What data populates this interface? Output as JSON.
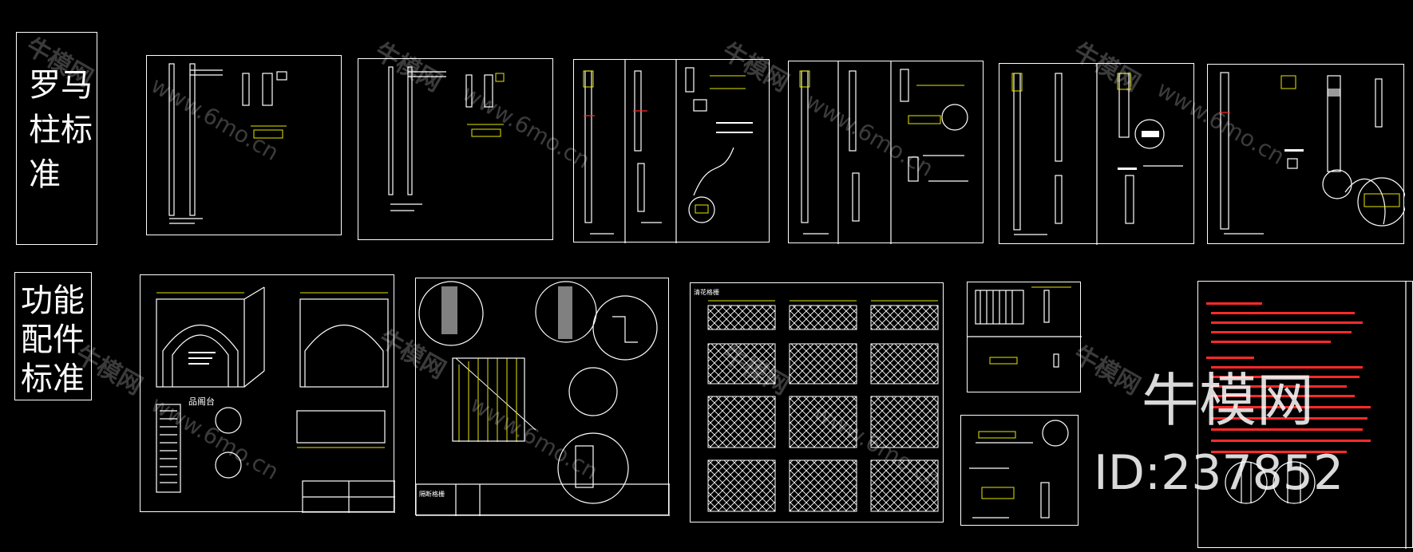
{
  "labels": {
    "roman_column": "罗马柱标准",
    "roman_lines": [
      "罗马",
      "柱标",
      "准"
    ],
    "function_parts": "功能配件标准",
    "function_lines": [
      "功能",
      "配件",
      "标准"
    ]
  },
  "sheet_texts": {
    "fireplace_title": "品阁台",
    "lattice_title": "清花格栅",
    "partition_title": "隔断格栅"
  },
  "watermarks": {
    "brand_cn": "牛模网",
    "url": "www.6mo.cn"
  },
  "brand": {
    "name": "牛模网",
    "id_text": "ID:237852"
  },
  "colors": {
    "background": "#000000",
    "line": "#ffffff",
    "dimension": "#e6e600",
    "note": "#ff2a2a"
  }
}
